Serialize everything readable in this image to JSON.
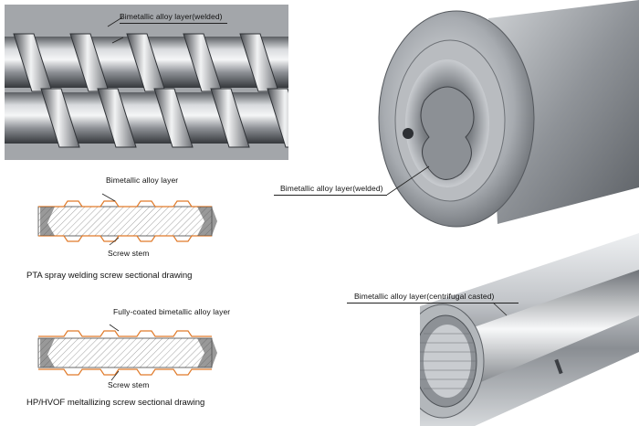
{
  "top_photo": {
    "label": "Bimetallic alloy layer(welded)"
  },
  "barrel_photo": {
    "label": "Bimetallic alloy layer(welded)"
  },
  "pta_drawing": {
    "layer_label": "Bimetallic alloy layer",
    "stem_label": "Screw stem",
    "caption": "PTA spray welding screw sectional drawing"
  },
  "hvof_drawing": {
    "layer_label": "Fully-coated bimetallic alloy layer",
    "stem_label": "Screw stem",
    "caption": "HP/HVOF meltallizing screw sectional drawing"
  },
  "centrifugal_photo": {
    "label": "Bimetallic alloy layer(centrifugal casted)"
  },
  "colors": {
    "alloy_outline": "#e07a2a",
    "hatch": "#9a9a9a",
    "steel_light": "#e4e6e8",
    "steel_dark": "#3c3f44",
    "panel_bg": "#9ea1a5"
  }
}
